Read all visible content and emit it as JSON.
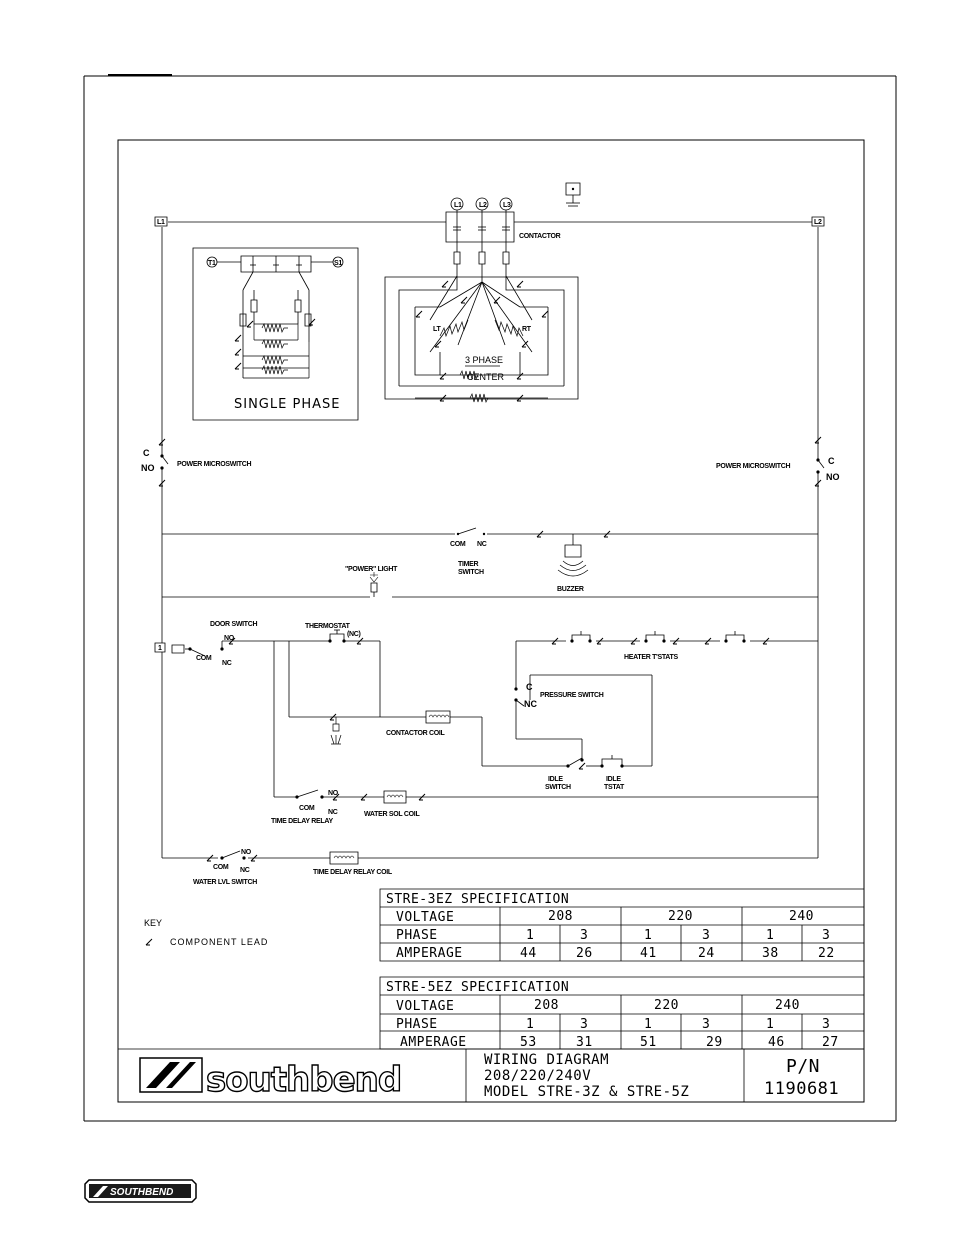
{
  "terminals": {
    "l1": "L1",
    "l2": "L2",
    "l1c": "L1",
    "l2c": "L2",
    "l3c": "L3",
    "t1": "1"
  },
  "single_phase": {
    "title": "SINGLE PHASE",
    "left_terminal": "T1",
    "right_terminal": "S1"
  },
  "three_phase": {
    "lt": "LT",
    "rt": "RT",
    "phase": "3 PHASE",
    "center": "CENTER"
  },
  "contactor": "CONTACTOR",
  "power_microswitch_left": {
    "label": "POWER MICROSWITCH",
    "c": "C",
    "no": "NO"
  },
  "power_microswitch_right": {
    "label": "POWER MICROSWITCH",
    "c": "C",
    "no": "NO"
  },
  "timer_switch": {
    "com": "COM",
    "nc": "NC",
    "label1": "TIMER",
    "label2": "SWITCH"
  },
  "buzzer": "BUZZER",
  "power_light": "\"POWER\" LIGHT",
  "door_switch": {
    "label": "DOOR SWITCH",
    "no": "NO",
    "com": "COM",
    "nc": "NC"
  },
  "thermostat": {
    "label": "THERMOSTAT",
    "nc": "(NC)"
  },
  "heater_tstats": "HEATER T'STATS",
  "pressure_switch": {
    "label": "PRESSURE SWITCH",
    "c": "C",
    "nc": "NC"
  },
  "contactor_coil": "CONTACTOR COIL",
  "idle_switch": {
    "l1": "IDLE",
    "l2": "SWITCH"
  },
  "idle_tstat": {
    "l1": "IDLE",
    "l2": "TSTAT"
  },
  "time_delay_relay": {
    "label": "TIME DELAY RELAY",
    "no": "NO",
    "com": "COM",
    "nc": "NC"
  },
  "water_sol_coil": "WATER SOL COIL",
  "water_lvl_switch": {
    "label": "WATER LVL SWITCH",
    "no": "NO",
    "com": "COM",
    "nc": "NC"
  },
  "time_delay_relay_coil": "TIME DELAY RELAY COIL",
  "key": {
    "title": "KEY",
    "component_lead": "COMPONENT LEAD"
  },
  "spec_3ez": {
    "title": "STRE-3EZ SPECIFICATION",
    "voltage_label": "VOLTAGE",
    "phase_label": "PHASE",
    "amperage_label": "AMPERAGE",
    "voltages": [
      "208",
      "220",
      "240"
    ],
    "phases": [
      "1",
      "3",
      "1",
      "3",
      "1",
      "3"
    ],
    "amperages": [
      "44",
      "26",
      "41",
      "24",
      "38",
      "22"
    ]
  },
  "spec_5ez": {
    "title": "STRE-5EZ SPECIFICATION",
    "voltage_label": "VOLTAGE",
    "phase_label": "PHASE",
    "amperage_label": "AMPERAGE",
    "voltages": [
      "208",
      "220",
      "240"
    ],
    "phases": [
      "1",
      "3",
      "1",
      "3",
      "1",
      "3"
    ],
    "amperages": [
      "53",
      "31",
      "51",
      "29",
      "46",
      "27"
    ]
  },
  "title_block": {
    "brand": "southbend",
    "line1": "WIRING DIAGRAM",
    "line2": "208/220/240V",
    "line3": "MODEL STRE-3Z & STRE-5Z",
    "pn_label": "P/N",
    "pn_value": "1190681"
  },
  "footer_logo": "SOUTHBEND"
}
